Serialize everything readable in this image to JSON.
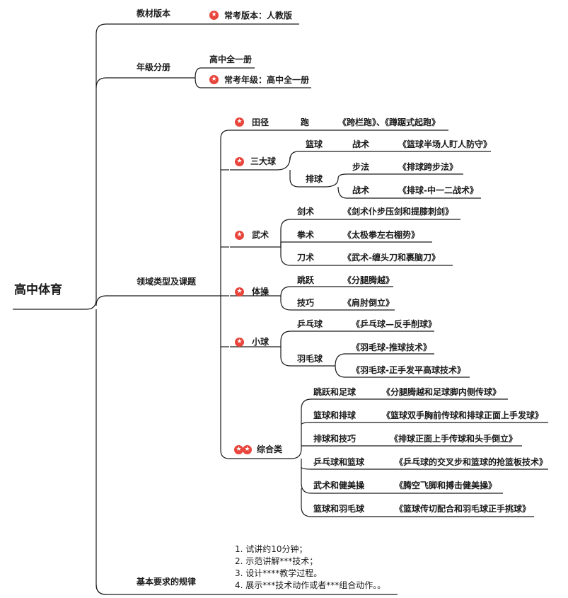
{
  "root": "高中体育",
  "branches": {
    "edition": {
      "label": "教材版本",
      "item": "常考版本：人教版"
    },
    "grade": {
      "label": "年级分册",
      "book": "高中全一册",
      "item": "常考年级：高中全一册"
    },
    "domains": {
      "label": "领域类型及课题",
      "track": {
        "label": "田径",
        "sub": "跑",
        "content": "《跨栏跑》、《蹲踞式起跑》"
      },
      "ball3": {
        "label": "三大球",
        "basketball": {
          "label": "篮球",
          "sub": "战术",
          "content": "《篮球半场人盯人防守》"
        },
        "volleyball": {
          "label": "排球",
          "r1": {
            "sub": "步法",
            "content": "《排球跨步法》"
          },
          "r2": {
            "sub": "战术",
            "content": "《排球-中一二战术》"
          }
        }
      },
      "wushu": {
        "label": "武术",
        "r1": {
          "sub": "剑术",
          "content": "《剑术仆步压剑和提膝刺剑》"
        },
        "r2": {
          "sub": "拳术",
          "content": "《太极拳左右棚势》"
        },
        "r3": {
          "sub": "刀术",
          "content": "《武术-缠头刀和裹脑刀》"
        }
      },
      "gym": {
        "label": "体操",
        "r1": {
          "sub": "跳跃",
          "content": "《分腿腾越》"
        },
        "r2": {
          "sub": "技巧",
          "content": "《肩肘倒立》"
        }
      },
      "small": {
        "label": "小球",
        "r1": {
          "sub": "乒乓球",
          "content": "《乒乓球—反手削球》"
        },
        "r2": {
          "sub": "羽毛球",
          "c1": "《羽毛球-推球技术》",
          "c2": "《羽毛球-正手发平高球技术》"
        }
      },
      "combo": {
        "label": "综合类",
        "rows": [
          {
            "sub": "跳跃和足球",
            "content": "《分腿腾越和足球脚内侧传球》"
          },
          {
            "sub": "篮球和排球",
            "content": "《篮球双手胸前传球和排球正面上手发球》"
          },
          {
            "sub": "排球和技巧",
            "content": "《排球正面上手传球和头手倒立》"
          },
          {
            "sub": "乒乓球和篮球",
            "content": "《乒乓球的交叉步和篮球的抢篮板技术》"
          },
          {
            "sub": "武术和健美操",
            "content": "《腾空飞脚和搏击健美操》"
          },
          {
            "sub": "篮球和羽毛球",
            "content": "《篮球传切配合和羽毛球正手挑球》"
          }
        ]
      }
    },
    "requirements": {
      "label": "基本要求的规律",
      "lines": [
        "1. 试讲约10分钟；",
        "2. 示范讲解***技术；",
        "3. 设计****教学过程。",
        "4. 展示***技术动作或者***组合动作。。"
      ]
    }
  },
  "colors": {
    "line": "#1a1a1a",
    "star": "#e8453c"
  },
  "icons": {
    "star": "star-badge-icon"
  }
}
